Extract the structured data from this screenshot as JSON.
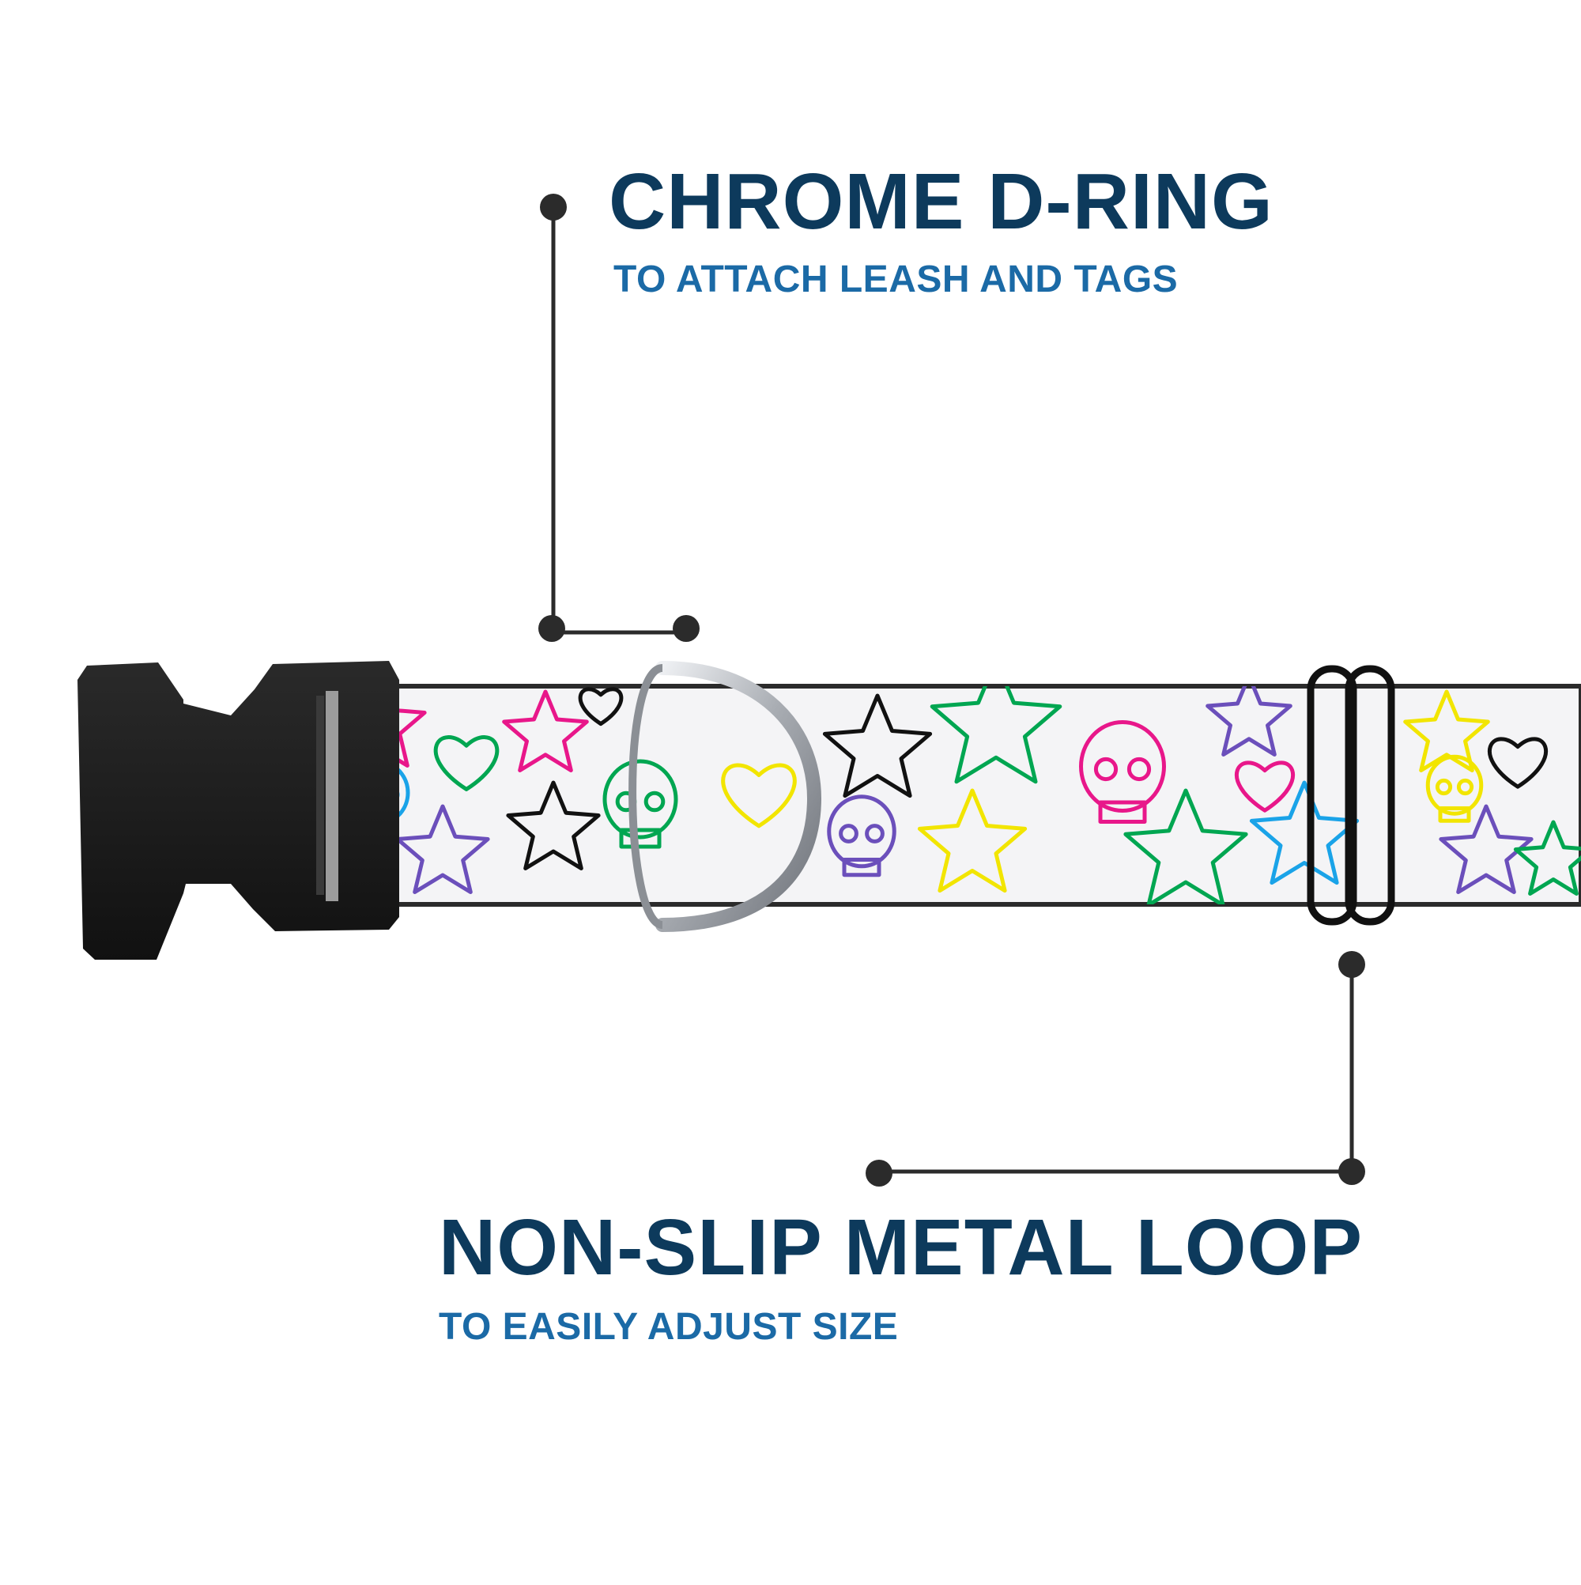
{
  "callouts": {
    "d_ring": {
      "title": "CHROME D-RING",
      "subtitle": "TO ATTACH LEASH AND TAGS"
    },
    "metal_loop": {
      "title": "NON-SLIP METAL LOOP",
      "subtitle": "TO EASILY ADJUST SIZE"
    }
  },
  "colors": {
    "title": "#0d3a5c",
    "subtitle": "#1b6aa6",
    "leader_line": "#2b2b2b",
    "buckle": "#1c1c1c",
    "d_ring": "#b8bcc2",
    "webbing": "#f4f4f6",
    "pattern": [
      "#e8178a",
      "#00a651",
      "#1aa3e8",
      "#f2e500",
      "#6b4fbb",
      "#111111"
    ]
  },
  "icons": {
    "buckle": "side-release-buckle",
    "d_ring": "d-ring",
    "loop": "slide-loop",
    "pattern": [
      "star-doodle",
      "heart-doodle",
      "skull-doodle"
    ]
  }
}
